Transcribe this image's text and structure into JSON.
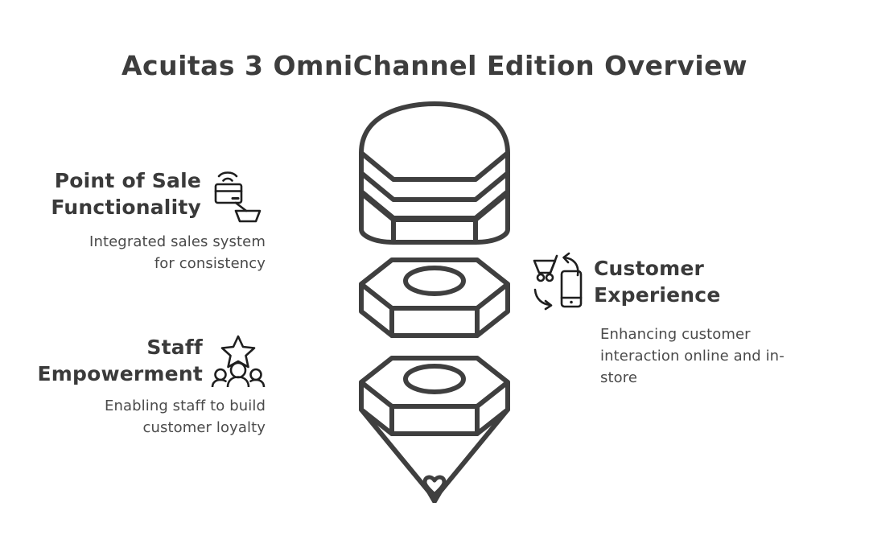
{
  "page": {
    "title": "Acuitas 3 OmniChannel Edition Overview",
    "background_color": "#ffffff",
    "ink_color": "#3a3a3a"
  },
  "blocks": [
    {
      "id": "point-of-sale",
      "heading": "Point of Sale\nFunctionality",
      "heading_line1": "Point of Sale",
      "heading_line2": "Functionality",
      "body": "Integrated sales system for consistency",
      "body_line1": "Integrated sales system",
      "body_line2": "for consistency",
      "icon": "contactless-card-basket-icon",
      "side": "left"
    },
    {
      "id": "customer-experience",
      "heading": "Customer\nExperience",
      "heading_line1": "Customer",
      "heading_line2": "Experience",
      "body": "Enhancing customer interaction online and in-store",
      "body_line1": "Enhancing customer",
      "body_line2": "interaction online and in-",
      "body_line3": "store",
      "icon": "cart-phone-cycle-icon",
      "side": "right"
    },
    {
      "id": "staff-empowerment",
      "heading": "Staff\nEmpowerment",
      "heading_line1": "Staff",
      "heading_line2": "Empowerment",
      "body": "Enabling staff to build customer loyalty",
      "body_line1": "Enabling staff to build",
      "body_line2": "customer loyalty",
      "icon": "star-people-icon",
      "side": "left"
    }
  ],
  "central_art": {
    "name": "exploded-bolt-diagram",
    "parts": [
      {
        "name": "domed-hex-cap",
        "order": 1
      },
      {
        "name": "hex-nut-with-hole",
        "order": 2
      },
      {
        "name": "hex-nut-with-conical-tip",
        "order": 3
      }
    ]
  }
}
